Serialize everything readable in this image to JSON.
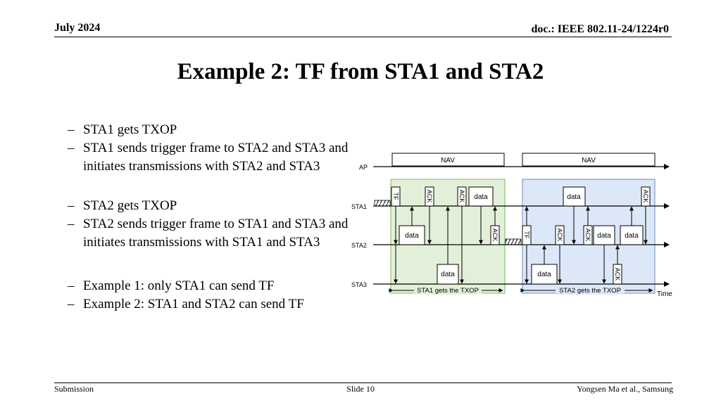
{
  "header": {
    "date": "July 2024",
    "doc": "doc.: IEEE 802.11-24/1224r0"
  },
  "title": "Example 2: TF from STA1 and STA2",
  "bullets": {
    "group1": [
      "STA1 gets TXOP",
      "STA1 sends trigger frame to STA2 and STA3 and initiates transmissions with STA2 and STA3"
    ],
    "group2": [
      "STA2 gets TXOP",
      "STA2 sends trigger frame to STA1 and STA3 and initiates transmissions with STA1 and STA3"
    ],
    "group3": [
      "Example 1: only STA1 can send TF",
      "Example 2: STA1 and STA2 can send TF"
    ]
  },
  "diagram": {
    "stations": [
      "AP",
      "STA1",
      "STA2",
      "STA3"
    ],
    "nav_label": "NAV",
    "tf_label": "TF",
    "ack_label": "ACK",
    "data_label": "data",
    "txop1_label": "STA1 gets the TXOP",
    "txop2_label": "STA2 gets the TXOP",
    "time_label": "Time",
    "colors": {
      "txop1_fill": "#e3f0d9",
      "txop1_stroke": "#82b366",
      "txop2_fill": "#dce8f7",
      "txop2_stroke": "#6c8ebf"
    }
  },
  "footer": {
    "left": "Submission",
    "center": "Slide 10",
    "right": "Yongsen Ma et al., Samsung"
  }
}
